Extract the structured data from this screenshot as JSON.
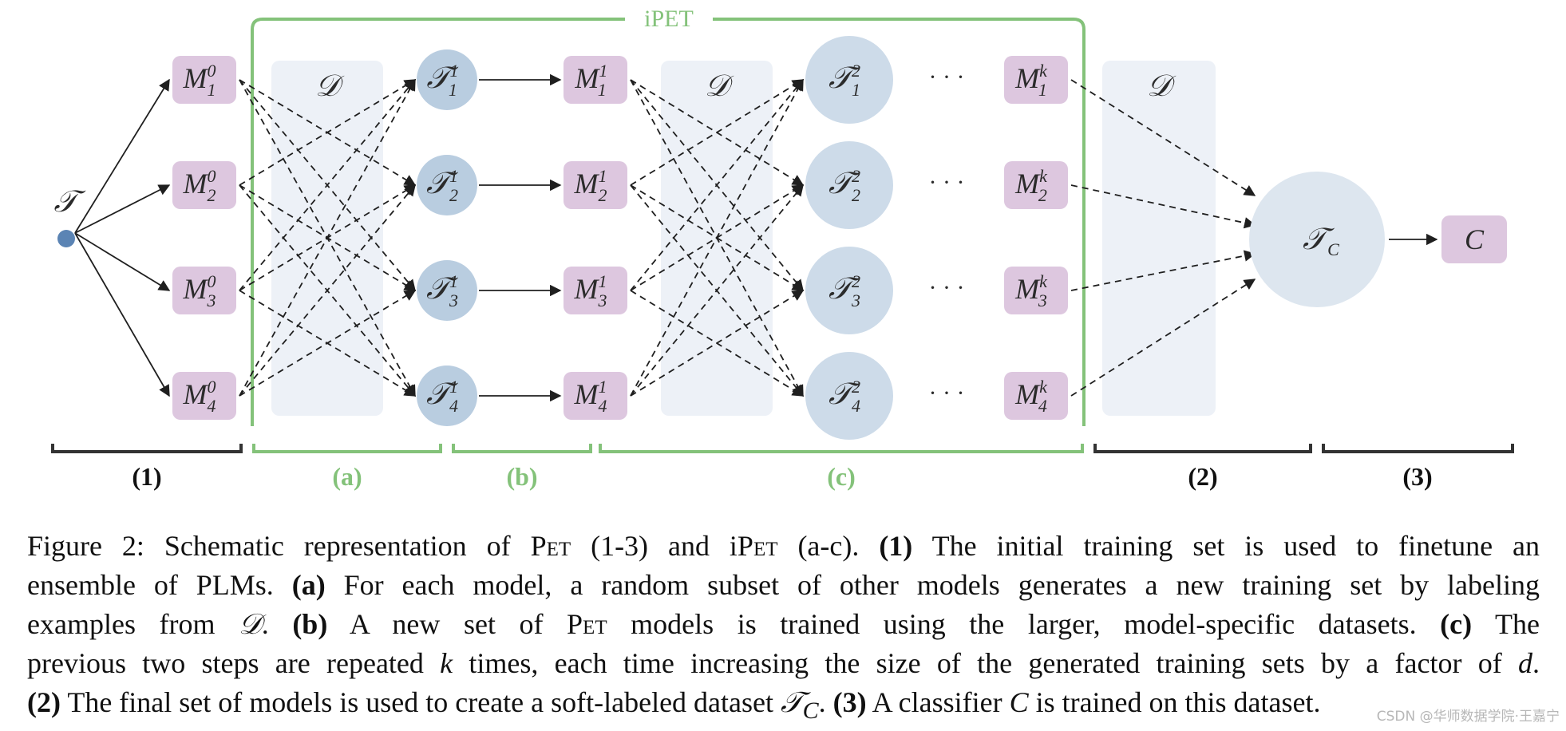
{
  "figure": {
    "ipet_label": "iPET",
    "root_symbol": "𝒯",
    "dataset_symbol": "𝒟",
    "ellipsis": "· · ·",
    "model_letter": "M",
    "tset_letter": "𝒯",
    "final_tset": {
      "main": "𝒯",
      "sub": "C"
    },
    "classifier": "C",
    "rows": [
      {
        "row": "1"
      },
      {
        "row": "2"
      },
      {
        "row": "3"
      },
      {
        "row": "4"
      }
    ],
    "iteration_sups": {
      "m0": "0",
      "t1": "1",
      "m1": "1",
      "t2": "2",
      "mk": "k"
    },
    "section_labels": {
      "s1": "(1)",
      "sa": "(a)",
      "sb": "(b)",
      "sc": "(c)",
      "s2": "(2)",
      "s3": "(3)"
    },
    "colors": {
      "model_fill": "#ddc7df",
      "tset_fill": "#b9cde0",
      "tset_big_fill": "#cddbe9",
      "tc_fill": "#dde6ef",
      "dataset_fill": "#edf1f7",
      "ipet_green": "#84c27a",
      "bracket_dark": "#333333",
      "root_dot": "#5b84b4"
    }
  },
  "caption": {
    "line1": {
      "p1": "Figure 2: Schematic representation of ",
      "pet1": "Pet",
      "p2": " (1-3) and i",
      "pet2": "Pet",
      "p3": " (a-c). ",
      "b1": "(1)",
      "p4": " The initial training set is used to finetune an"
    },
    "line2": {
      "p1": "ensemble of PLMs. ",
      "b1": "(a)",
      "p2": " For each model, a random subset of other models generates a new training set by labeling"
    },
    "line3": {
      "p1": "examples from ",
      "d": "𝒟",
      "p2": ".  ",
      "b1": "(b)",
      "p3": " A new set of ",
      "pet": "Pet",
      "p4": " models is trained using the larger, model-specific datasets.  ",
      "b2": "(c)",
      "p5": " The"
    },
    "line4": {
      "p1": "previous two steps are repeated ",
      "k": "k",
      "p2": " times, each time increasing the size of the generated training sets by a factor of ",
      "dvar": "d",
      "p3": "."
    },
    "line5": {
      "b1": "(2)",
      "p1": " The final set of models is used to create a soft-labeled dataset ",
      "tc": "𝒯",
      "tc_sub": "C",
      "p2": ". ",
      "b2": "(3)",
      "p3": " A classifier ",
      "c": "C",
      "p4": " is trained on this dataset."
    }
  },
  "watermark": "CSDN @华师数据学院·王嘉宁"
}
